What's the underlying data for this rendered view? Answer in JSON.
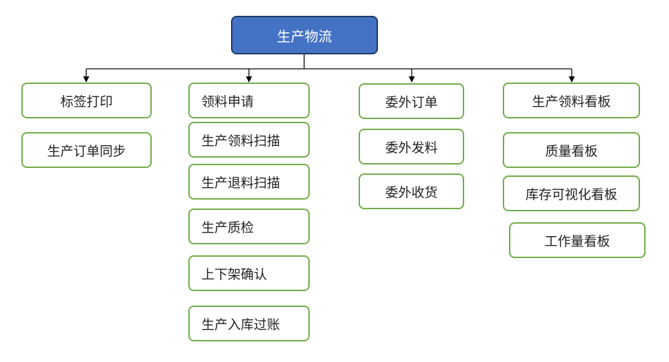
{
  "root": {
    "label": "生产物流"
  },
  "branches": [
    {
      "items": [
        "标签打印",
        "生产订单同步"
      ]
    },
    {
      "items": [
        "领料申请",
        "生产领料扫描",
        "生产退料扫描",
        "生产质检",
        "上下架确认",
        "生产入库过账"
      ]
    },
    {
      "items": [
        "委外订单",
        "委外发料",
        "委外收货"
      ]
    },
    {
      "items": [
        "生产领料看板",
        "质量看板",
        "库存可视化看板",
        "工作量看板"
      ]
    }
  ],
  "colors": {
    "root_fill": "#4472c4",
    "root_border": "#1f3864",
    "node_border": "#70ad47",
    "connector": "#000000"
  }
}
